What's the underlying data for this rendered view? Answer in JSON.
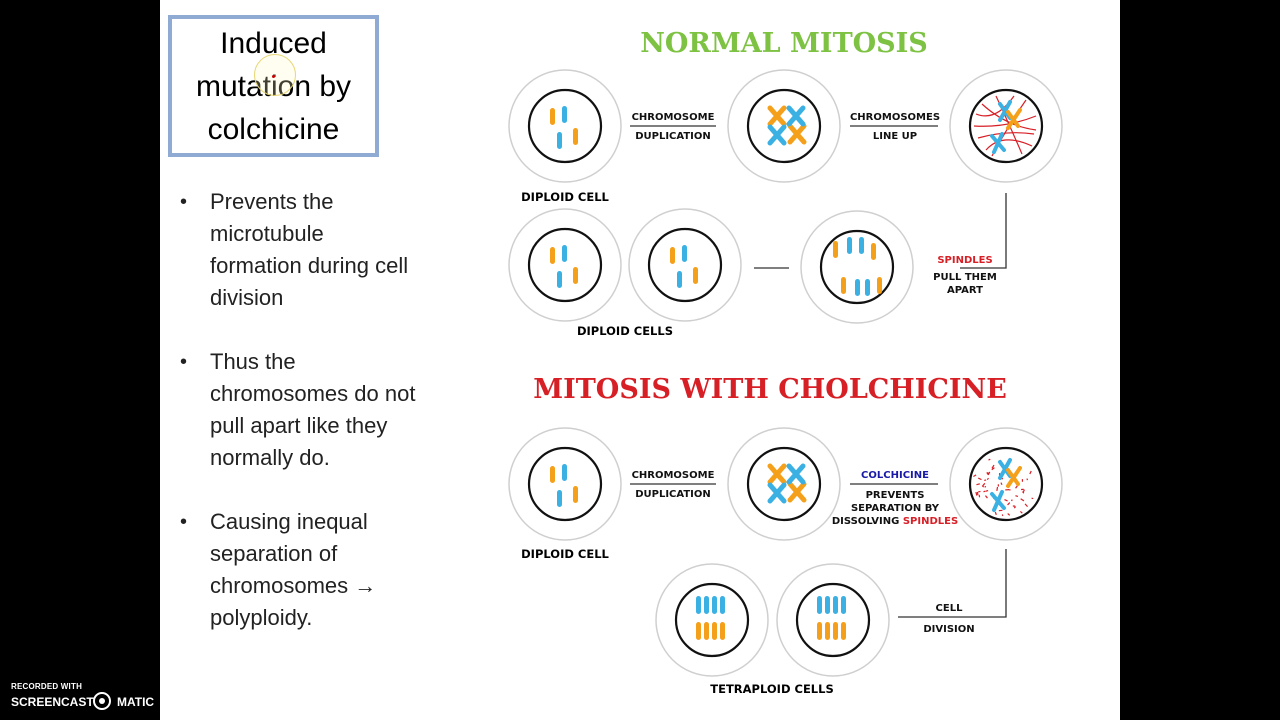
{
  "slide": {
    "title": "Induced mutation by colchicine",
    "title_lines": [
      "Induced",
      "mutation by",
      "colchicine"
    ],
    "bullets": [
      {
        "text": "Prevents the microtubule formation during cell division",
        "lines": [
          "Prevents the",
          "microtubule",
          "formation during cell",
          "division"
        ]
      },
      {
        "text": "Thus the chromosomes do not pull apart like they normally do.",
        "lines": [
          "Thus the",
          "chromosomes do not",
          "pull apart like they",
          "normally do."
        ]
      },
      {
        "text": "Causing inequal separation of chromosomes → polyploidy.",
        "lines": [
          "Causing inequal",
          "separation of",
          "chromosomes →",
          "polyploidy."
        ]
      }
    ]
  },
  "diagram": {
    "normal": {
      "heading": "NORMAL MITOSIS",
      "step1": [
        "CHROMOSOME",
        "DUPLICATION"
      ],
      "step2": [
        "CHROMOSOMES",
        "LINE UP"
      ],
      "step3": {
        "highlight": "SPINDLES",
        "rest": [
          "PULL THEM",
          "APART"
        ]
      },
      "diploid_cell": "DIPLOID CELL",
      "diploid_cells": "DIPLOID CELLS"
    },
    "colchicine": {
      "heading": "MITOSIS WITH CHOLCHICINE",
      "step1": [
        "CHROMOSOME",
        "DUPLICATION"
      ],
      "step2": {
        "highlight": "COLCHICINE",
        "lines": [
          "PREVENTS",
          "SEPARATION BY"
        ],
        "last": "DISSOLVING ",
        "last_highlight": "SPINDLES"
      },
      "step3": [
        "CELL",
        "DIVISION"
      ],
      "diploid_cell": "DIPLOID CELL",
      "tetraploid_cells": "TETRAPLOID CELLS"
    },
    "colors": {
      "green": "#7dc242",
      "red": "#d71f26",
      "blue_text": "#1a1aa8",
      "orange": "#f5a01a",
      "cyan": "#3bb0e3"
    }
  },
  "recorder": {
    "recorded_with": "RECORDED WITH",
    "brand_left": "SCREENCAST",
    "brand_right": "MATIC"
  }
}
